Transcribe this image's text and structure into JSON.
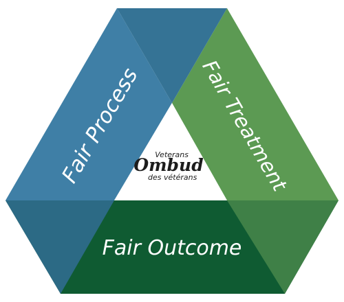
{
  "segments": {
    "process": {
      "label": "Fair Process",
      "color": "#3f7fa6"
    },
    "treatment": {
      "label": "Fair Treatment",
      "color": "#5c9a53"
    },
    "outcome": {
      "label": "Fair Outcome",
      "color": "#0f5b32"
    }
  },
  "overlaps": {
    "process_treatment": "#357395",
    "treatment_outcome": "#3f8047",
    "outcome_process": "#2c6a85"
  },
  "logo": {
    "top": "Veterans",
    "name": "Ombud",
    "bottom": "des vétérans"
  }
}
